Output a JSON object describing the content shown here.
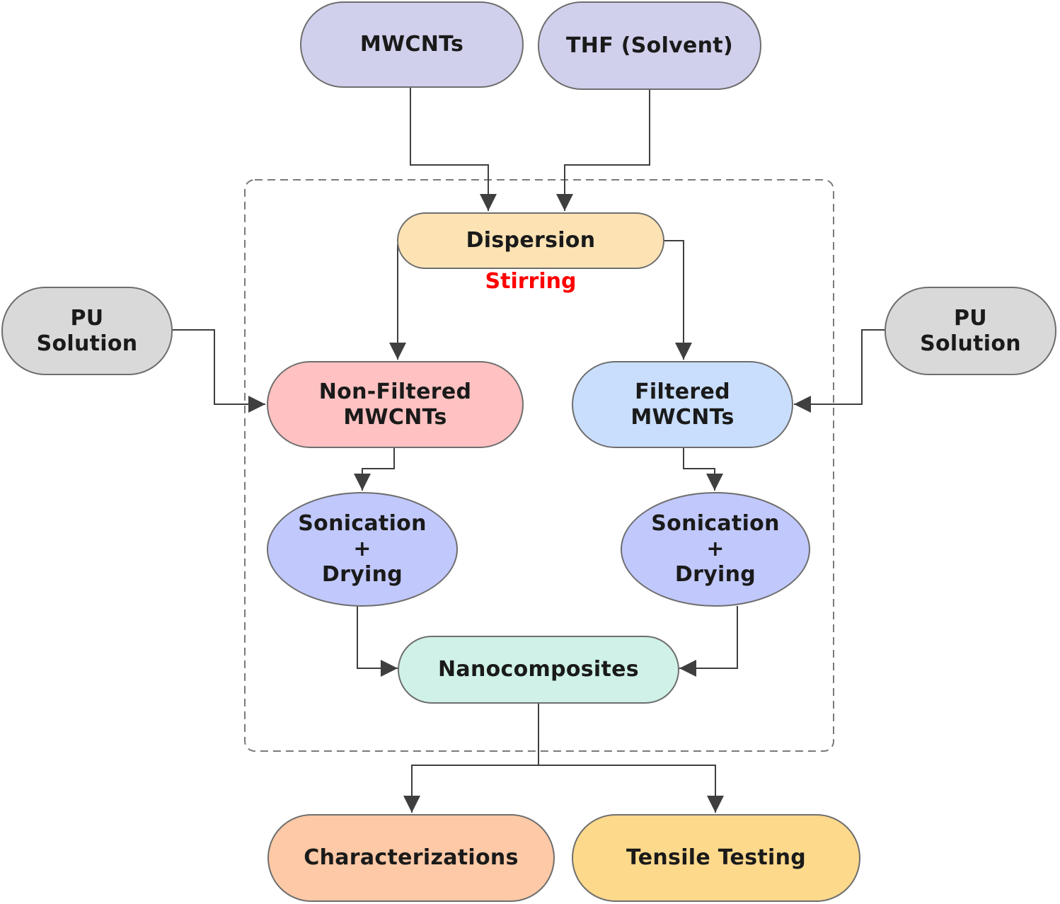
{
  "diagram": {
    "nodes": {
      "mwcnts": {
        "label": "MWCNTs",
        "color": "#d0d0ec"
      },
      "thf": {
        "label": "THF (Solvent)",
        "color": "#d0d0ec"
      },
      "dispersion": {
        "label": "Dispersion",
        "color": "#fde3b4"
      },
      "pu_left": {
        "label": "PU\nSolution",
        "color": "#d9d9d9"
      },
      "pu_right": {
        "label": "PU\nSolution",
        "color": "#d9d9d9"
      },
      "non_filtered": {
        "label": "Non-Filtered\nMWCNTs",
        "color": "#ffc1c1"
      },
      "filtered": {
        "label": "Filtered\nMWCNTs",
        "color": "#c9defd"
      },
      "sonication_left": {
        "label": "Sonication\n+\nDrying",
        "color": "#c1c8fb"
      },
      "sonication_right": {
        "label": "Sonication\n+\nDrying",
        "color": "#c1c8fb"
      },
      "nanocomposites": {
        "label": "Nanocomposites",
        "color": "#cff1e7"
      },
      "characterizations": {
        "label": "Characterizations",
        "color": "#fdc9a6"
      },
      "tensile": {
        "label": "Tensile Testing",
        "color": "#fdd98c"
      }
    },
    "stirring_note": {
      "label": "Stirring",
      "color": "#ff0000"
    },
    "edges": [
      [
        "mwcnts",
        "dispersion"
      ],
      [
        "thf",
        "dispersion"
      ],
      [
        "dispersion",
        "non_filtered"
      ],
      [
        "dispersion",
        "filtered"
      ],
      [
        "pu_left",
        "non_filtered"
      ],
      [
        "pu_right",
        "filtered"
      ],
      [
        "non_filtered",
        "sonication_left"
      ],
      [
        "filtered",
        "sonication_right"
      ],
      [
        "sonication_left",
        "nanocomposites"
      ],
      [
        "sonication_right",
        "nanocomposites"
      ],
      [
        "nanocomposites",
        "characterizations"
      ],
      [
        "nanocomposites",
        "tensile"
      ]
    ],
    "line_color": "#3f3f3f",
    "frame_color": "#7a7a7a"
  }
}
